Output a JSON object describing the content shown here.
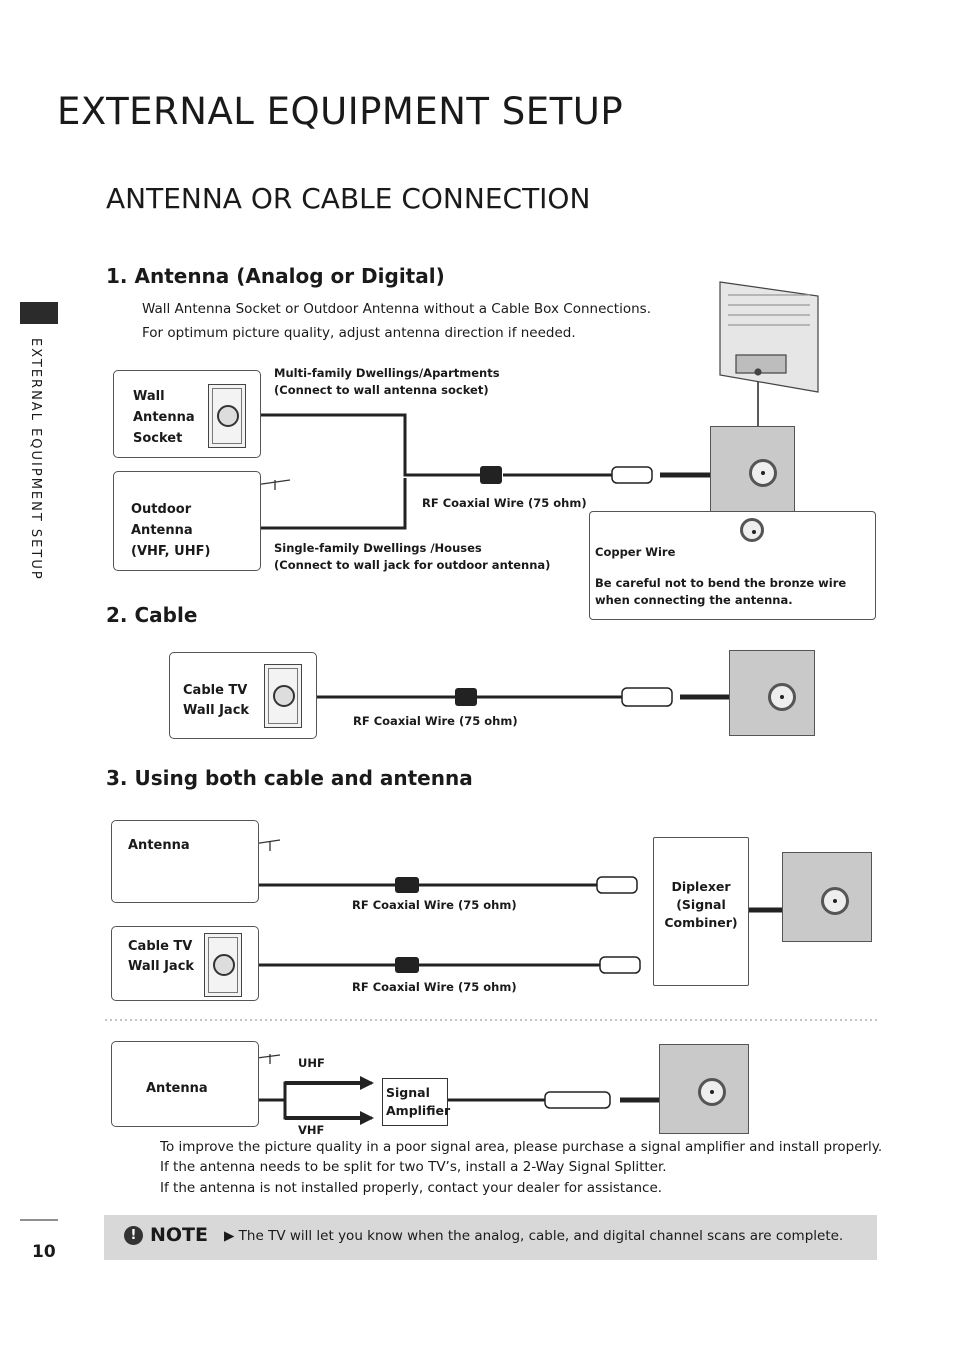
{
  "header": {
    "title": "EXTERNAL EQUIPMENT SETUP",
    "subtitle": "ANTENNA OR CABLE CONNECTION",
    "side_label": "EXTERNAL EQUIPMENT SETUP",
    "page_number": "10"
  },
  "section1": {
    "title": "1.  Antenna (Analog or Digital)",
    "intro_lines": [
      "Wall Antenna Socket or Outdoor Antenna without a Cable Box Connections.",
      "For optimum picture quality, adjust antenna direction if needed."
    ],
    "wall_socket_label": [
      "Wall",
      "Antenna",
      "Socket"
    ],
    "outdoor_label": [
      "Outdoor",
      "Antenna",
      "(VHF, UHF)"
    ],
    "multi_family": [
      "Multi-family Dwellings/Apartments",
      "(Connect to wall antenna socket)"
    ],
    "single_family": [
      "Single-family Dwellings /Houses",
      "(Connect to wall jack for outdoor antenna)"
    ],
    "rf_wire": "RF Coaxial Wire (75 ohm)",
    "copper_wire": "Copper Wire",
    "caution": [
      "Be careful not to bend the bronze wire",
      "when connecting the antenna."
    ]
  },
  "section2": {
    "title": "2. Cable",
    "wall_jack_label": [
      "Cable TV",
      "Wall Jack"
    ],
    "rf_wire": "RF Coaxial Wire (75 ohm)"
  },
  "section3": {
    "title": "3. Using both cable and antenna",
    "antenna_label": "Antenna",
    "cable_label": [
      "Cable TV",
      "Wall Jack"
    ],
    "rf_wire_1": "RF Coaxial Wire (75 ohm)",
    "rf_wire_2": "RF Coaxial Wire (75 ohm)",
    "diplexer": [
      "Diplexer",
      "(Signal",
      "Combiner)"
    ],
    "antenna_label_2": "Antenna",
    "uhf": "UHF",
    "vhf": "VHF",
    "amplifier": [
      "Signal",
      "Amplifier"
    ]
  },
  "footer_lines": [
    "To improve the picture quality in a poor signal area, please purchase a signal amplifier and install properly.",
    "If the antenna needs to be split for two TV’s, install a 2-Way Signal Splitter.",
    "If the antenna is not installed properly, contact your dealer for assistance."
  ],
  "note": {
    "badge": "!",
    "label": "NOTE",
    "text": "▶ The TV will let  you know when the analog, cable, and digital channel scans are complete."
  },
  "colors": {
    "panel": "#c9c9c9",
    "note_bar": "#d8d8d8",
    "side_tab": "#2b2b2b"
  }
}
